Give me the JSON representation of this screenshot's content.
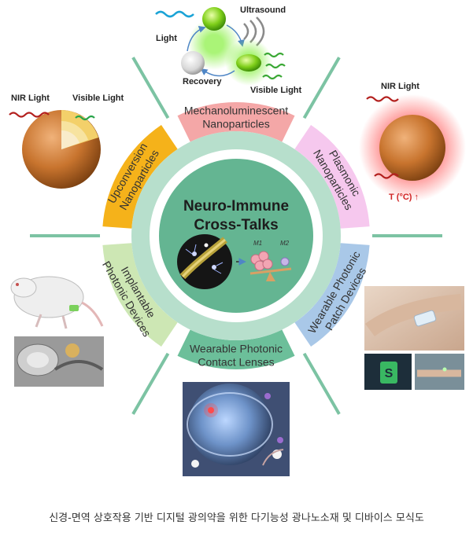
{
  "center": {
    "title_line1": "Neuro-Immune",
    "title_line2": "Cross-Talks"
  },
  "segments": [
    {
      "id": "mechano",
      "line1": "Mechanoluminescent",
      "line2": "Nanoparticles",
      "color": "#f4a7a7"
    },
    {
      "id": "plasmonic",
      "line1": "Plasmonic",
      "line2": "Nanoparticles",
      "color": "#f6c8ee"
    },
    {
      "id": "patch",
      "line1": "Wearable Photonic",
      "line2": "Patch Devices",
      "color": "#a9c8e8"
    },
    {
      "id": "contact",
      "line1": "Wearable Photonic",
      "line2": "Contact Lenses",
      "color": "#6cbf9a"
    },
    {
      "id": "implantable",
      "line1": "Implantable",
      "line2": "Photonic Devices",
      "color": "#cde7b4"
    },
    {
      "id": "upconversion",
      "line1": "Upconversion",
      "line2": "Nanoparticles",
      "color": "#f5b21a"
    }
  ],
  "inner_ring_color": "#b7dfcc",
  "core_color": "#64b592",
  "labels": {
    "light": "Light",
    "ultrasound": "Ultrasound",
    "recovery": "Recovery",
    "visible_light_top": "Visible Light",
    "nir_light_left": "NIR Light",
    "visible_light_left": "Visible Light",
    "nir_light_right": "NIR Light",
    "temperature": "T (°C) ↑",
    "m1": "M1",
    "m2": "M2"
  },
  "caption": "신경-면역 상호작용 기반 디지털 광의약을 위한 다기능성 광나노소재 및 디바이스 모식도"
}
